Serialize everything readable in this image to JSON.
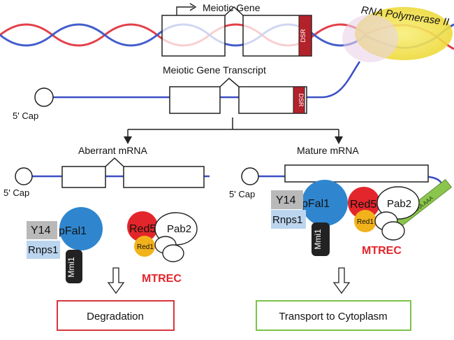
{
  "top": {
    "gene_label": "Meiotic Gene",
    "dsr_label": "DSR",
    "polymerase_label": "RNA Polymerase II"
  },
  "transcript": {
    "label": "Meiotic Gene Transcript",
    "cap_label": "5' Cap",
    "dsr_label": "DSR"
  },
  "left": {
    "title": "Aberrant mRNA",
    "cap_label": "5' Cap",
    "proteins": {
      "y14": "Y14",
      "pfal1": "pFal1",
      "rnps1": "Rnps1",
      "mmi1": "Mmi1",
      "red5": "Red5",
      "pab2": "Pab2",
      "red1": "Red1",
      "mtrec": "MTREC"
    },
    "outcome": "Degradation"
  },
  "right": {
    "title": "Mature mRNA",
    "cap_label": "5' Cap",
    "polya": "AAA  AAA",
    "proteins": {
      "y14": "Y14",
      "pfal1": "pFal1",
      "rnps1": "Rnps1",
      "mmi1": "Mmi1",
      "red5": "Red5",
      "pab2": "Pab2",
      "red1": "Red1",
      "mtrec": "MTREC"
    },
    "outcome": "Transport  to Cytoplasm"
  },
  "colors": {
    "dna_red": "#e2363f",
    "dna_blue": "#3a55c8",
    "rna_blue": "#3b4fc4",
    "dsr": "#b3212a",
    "polymerase": "#f1e24a",
    "pfal1": "#2f86cf",
    "red5": "#e3262b",
    "red1": "#f2b21b",
    "y14": "#b9b9b9",
    "rnps1": "#bcd5ef",
    "mmi1": "#222222",
    "mtrec_text": "#e3262b",
    "degradation_border": "#d8363d",
    "transport_border": "#7cc24b",
    "polya_tail": "#8cc54e"
  }
}
